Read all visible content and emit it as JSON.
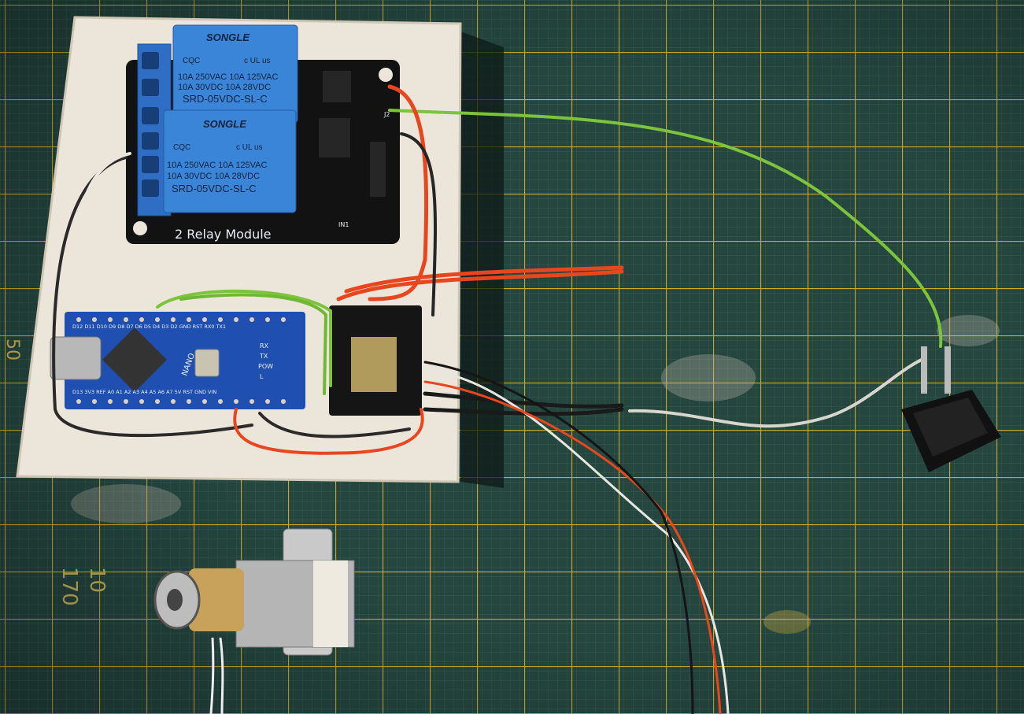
{
  "relay_module": {
    "brand": "SONGLE",
    "rating_line1": "10A 250VAC  10A 125VAC",
    "rating_line2": "10A 30VDC  10A 28VDC",
    "model": "SRD-05VDC-SL-C",
    "cert_cqc": "CQC",
    "cert_us": "c UL us",
    "board_label": "2 Relay Module",
    "connector_label": "J2",
    "input_label": "IN1"
  },
  "nano_board": {
    "name": "NANO",
    "top_pins": "D12 D11 D10 D9 D8 D7 D6 D5 D4 D3 D2 GND RST RX0 TX1",
    "bottom_pins": "D13 3V3 REF A0 A1 A2 A3 A4 A5 A6 A7 5V RST GND VIN",
    "leds": [
      "RX",
      "TX",
      "POW",
      "L"
    ]
  },
  "cutting_mat": {
    "labels": [
      "50",
      "10",
      "170"
    ]
  },
  "colors": {
    "mat": "#24463f",
    "grid": "#c9a82a",
    "board": "#ece6da",
    "relay_blue": "#2f7ad0",
    "nano_blue": "#1f4fb0",
    "wire_red": "#e8461e",
    "wire_green": "#7cc43c"
  }
}
